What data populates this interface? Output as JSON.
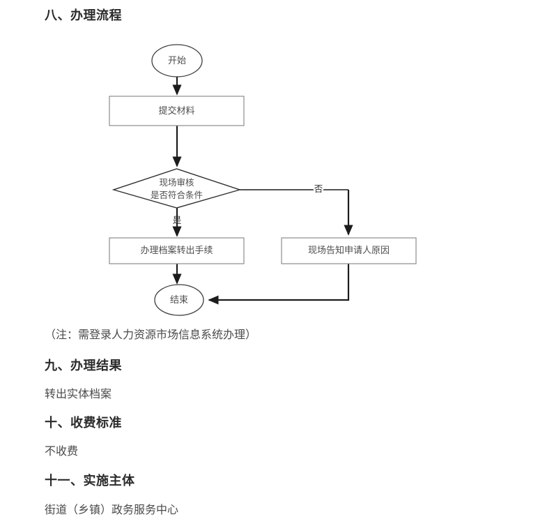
{
  "sections": [
    {
      "heading": "八、办理流程"
    },
    {
      "heading": "九、办理结果",
      "text": "转出实体档案"
    },
    {
      "heading": "十、收费标准",
      "text": "不收费"
    },
    {
      "heading": "十一、实施主体",
      "text": "街道（乡镇）政务服务中心"
    }
  ],
  "flow_note": "（注：需登录人力资源市场信息系统办理）",
  "flowchart": {
    "nodes": [
      {
        "id": "start",
        "shape": "ellipse",
        "label": "开始"
      },
      {
        "id": "submit",
        "shape": "rectangle",
        "label": "提交材料"
      },
      {
        "id": "review",
        "shape": "diamond",
        "label_line1": "现场审核",
        "label_line2": "是否符合条件"
      },
      {
        "id": "transfer",
        "shape": "rectangle",
        "label": "办理档案转出手续"
      },
      {
        "id": "inform",
        "shape": "rectangle",
        "label": "现场告知申请人原因"
      },
      {
        "id": "end",
        "shape": "ellipse",
        "label": "结束"
      }
    ],
    "edges": [
      {
        "from": "start",
        "to": "submit",
        "label": ""
      },
      {
        "from": "submit",
        "to": "review",
        "label": ""
      },
      {
        "from": "review",
        "to": "transfer",
        "label": "是"
      },
      {
        "from": "review",
        "to": "inform",
        "label": "否"
      },
      {
        "from": "transfer",
        "to": "end",
        "label": ""
      },
      {
        "from": "inform",
        "to": "end",
        "label": ""
      }
    ],
    "colors": {
      "box_border": "#8d8d8d",
      "ellipse_border": "#3d3d3d",
      "diamond_border": "#2e2e2e",
      "edge": "#1c1c1c",
      "node_text": "#4d4d4d",
      "background": "#ffffff"
    }
  }
}
